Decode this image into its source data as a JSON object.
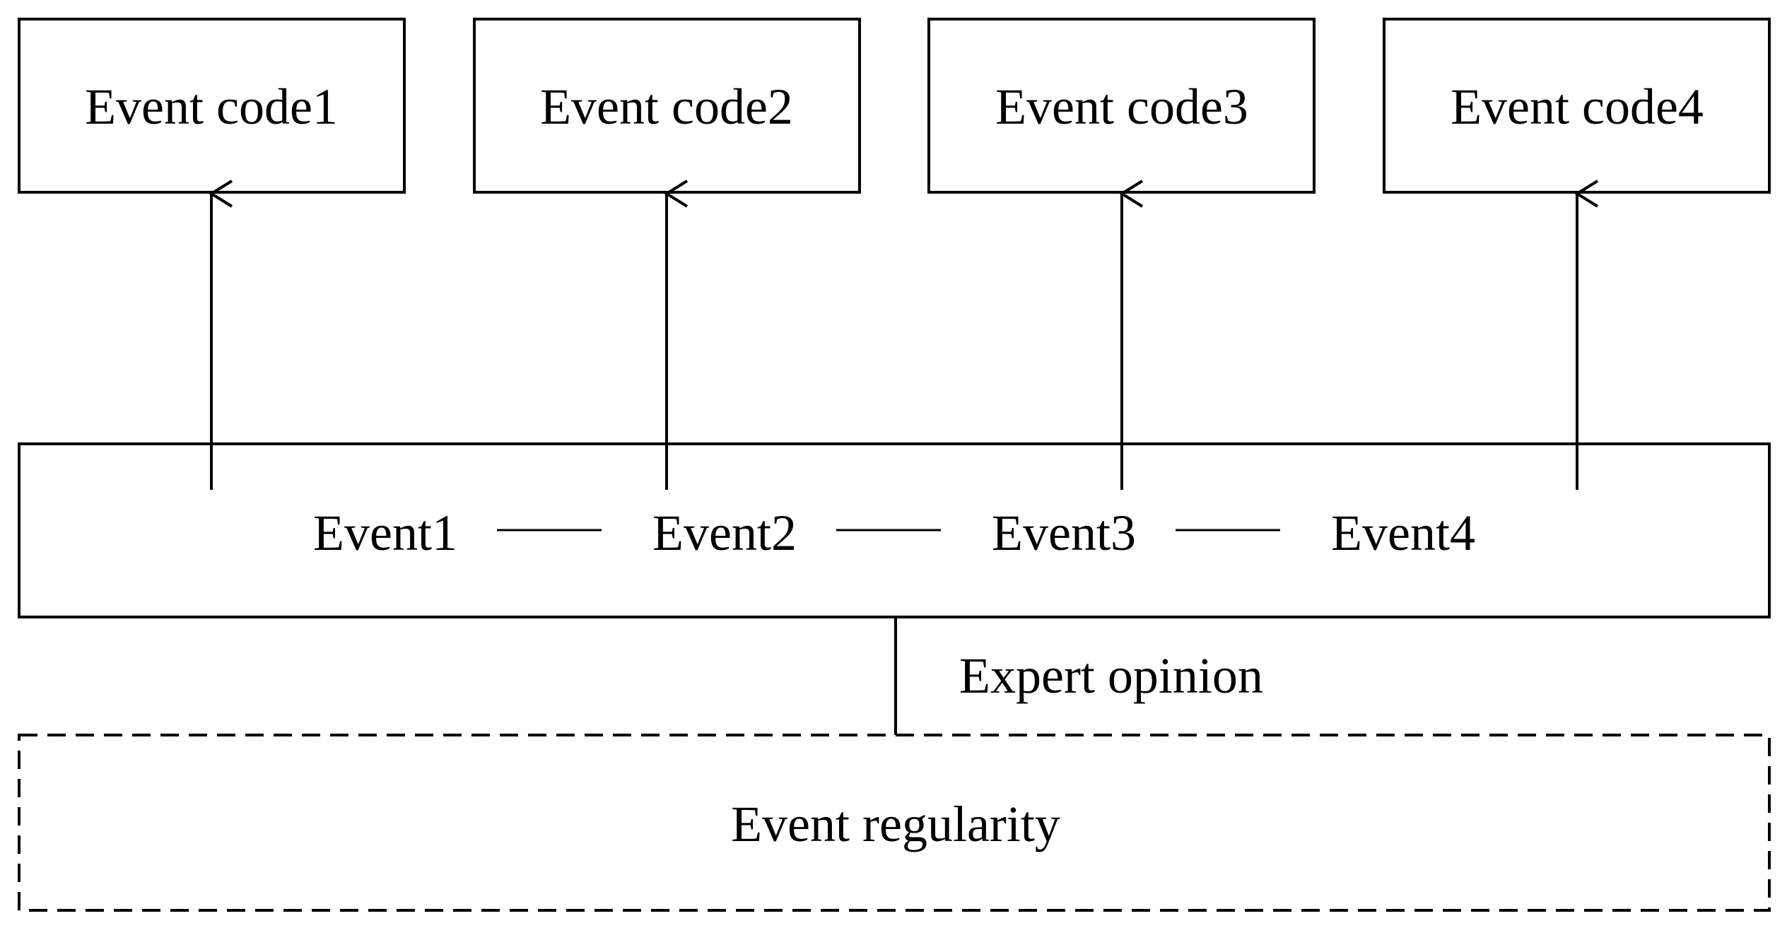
{
  "event_codes": [
    {
      "label": "Event code1"
    },
    {
      "label": "Event code2"
    },
    {
      "label": "Event code3"
    },
    {
      "label": "Event code4"
    }
  ],
  "events": [
    {
      "label": "Event1"
    },
    {
      "label": "Event2"
    },
    {
      "label": "Event3"
    },
    {
      "label": "Event4"
    }
  ],
  "event_separator": "——",
  "expert_opinion": "Expert opinion",
  "event_regularity": "Event regularity",
  "colors": {
    "stroke": "#000000",
    "background": "#ffffff"
  }
}
